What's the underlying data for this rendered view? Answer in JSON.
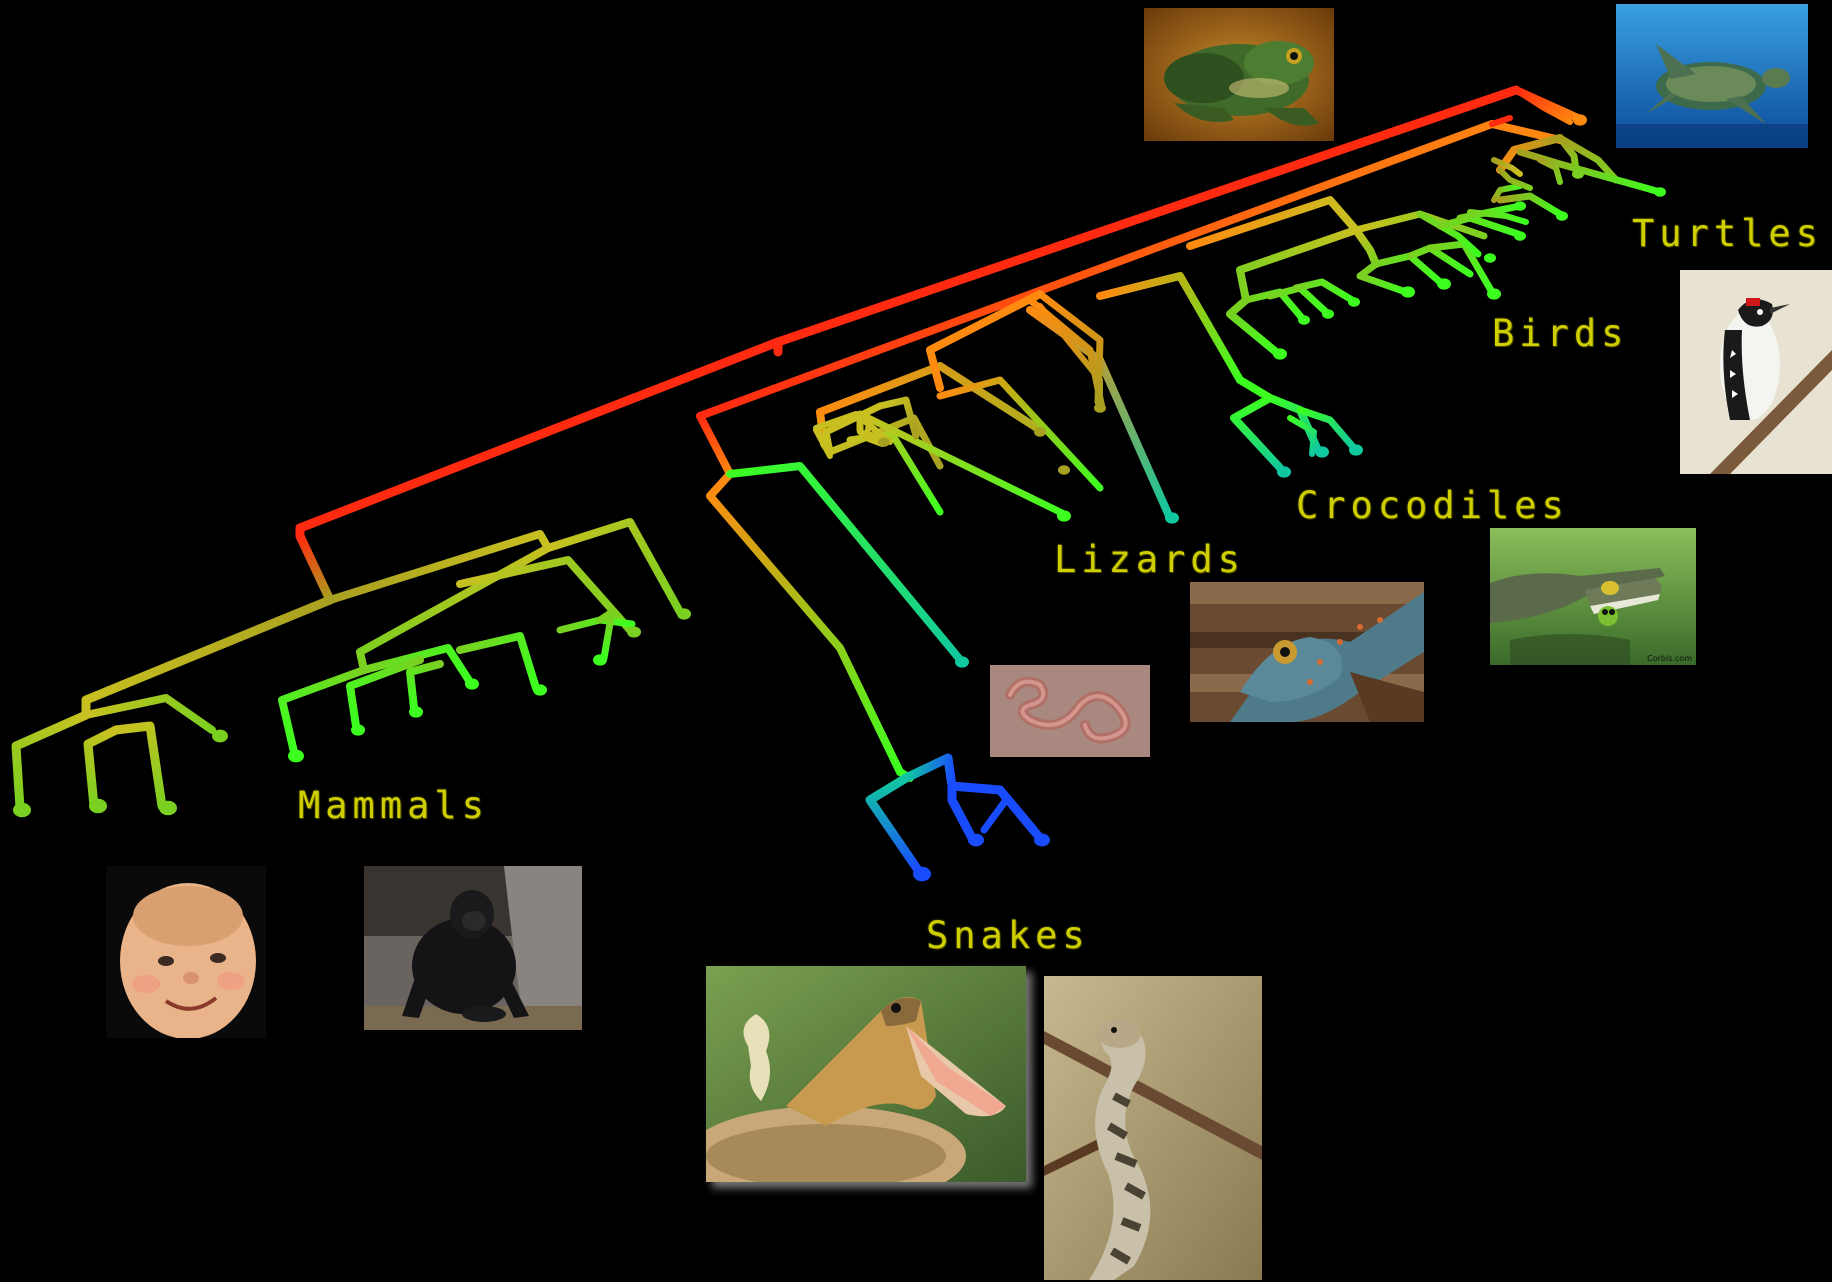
{
  "labels": {
    "turtles": "Turtles",
    "birds": "Birds",
    "crocodiles": "Crocodiles",
    "lizards": "Lizards",
    "mammals": "Mammals",
    "snakes": "Snakes"
  },
  "watermark": "Corbis.com",
  "photos": [
    {
      "subject": "frog"
    },
    {
      "subject": "sea-turtle"
    },
    {
      "subject": "woodpecker"
    },
    {
      "subject": "crocodile-with-frog"
    },
    {
      "subject": "gecko"
    },
    {
      "subject": "worm-snake"
    },
    {
      "subject": "baby"
    },
    {
      "subject": "gorilla"
    },
    {
      "subject": "rattlesnake"
    },
    {
      "subject": "snake-on-branch"
    }
  ],
  "colors": {
    "background": "#000000",
    "label": "#cfcf00",
    "root_branch": "#ff2a10",
    "mid_branch": "#ff8a10",
    "tip_green": "#3cff20",
    "snake_blue": "#1a4cff",
    "teal_tip": "#10c8a0"
  }
}
